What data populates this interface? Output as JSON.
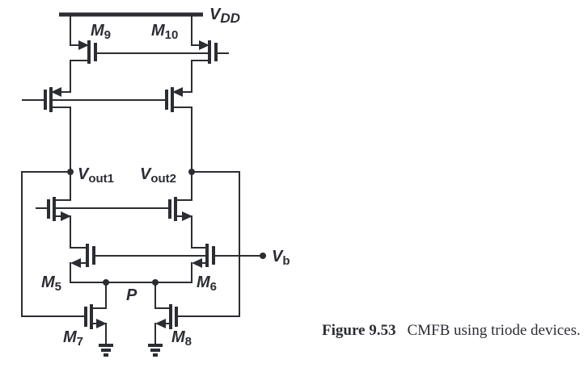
{
  "labels": {
    "vdd": {
      "main": "V",
      "sub": "DD"
    },
    "m9": {
      "main": "M",
      "sub": "9"
    },
    "m10": {
      "main": "M",
      "sub": "10"
    },
    "vout1": {
      "main": "V",
      "sub": "out1"
    },
    "vout2": {
      "main": "V",
      "sub": "out2"
    },
    "vb": {
      "main": "V",
      "sub": "b"
    },
    "m5": {
      "main": "M",
      "sub": "5"
    },
    "m6": {
      "main": "M",
      "sub": "6"
    },
    "m7": {
      "main": "M",
      "sub": "7"
    },
    "m8": {
      "main": "M",
      "sub": "8"
    },
    "p": "P"
  },
  "caption": {
    "figure_number": "Figure 9.53",
    "text": "CMFB using triode devices."
  },
  "colors": {
    "ink": "#2b2d33",
    "background": "#ffffff"
  }
}
